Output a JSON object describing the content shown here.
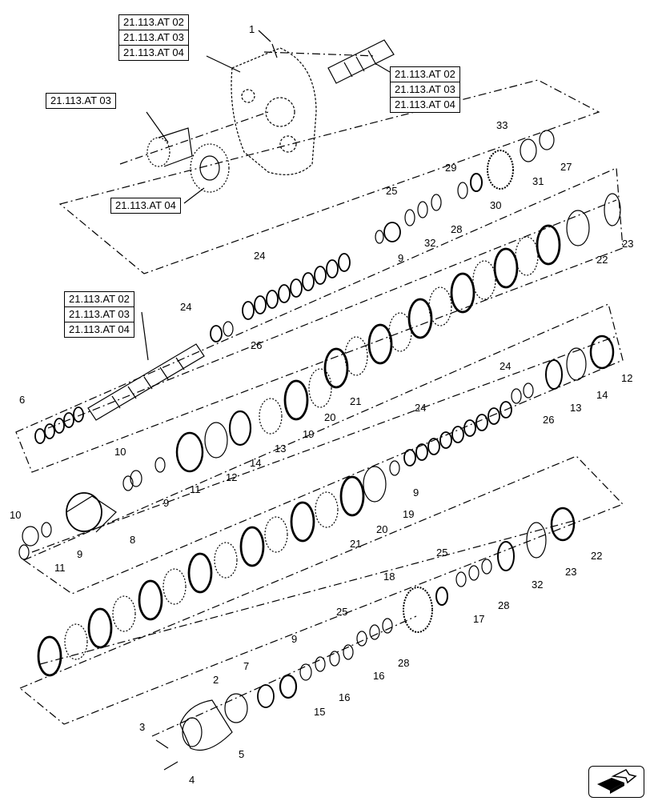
{
  "reference_boxes": {
    "box_top_center": [
      "21.113.AT 02",
      "21.113.AT 03",
      "21.113.AT 04"
    ],
    "box_top_right": [
      "21.113.AT 02",
      "21.113.AT 03",
      "21.113.AT 04"
    ],
    "box_left_single": [
      "21.113.AT 03"
    ],
    "box_gear_single": [
      "21.113.AT 04"
    ],
    "box_shaft": [
      "21.113.AT 02",
      "21.113.AT 03",
      "21.113.AT 04"
    ]
  },
  "callouts": [
    "1",
    "33",
    "27",
    "29",
    "31",
    "25",
    "30",
    "28",
    "32",
    "9",
    "24",
    "23",
    "22",
    "24",
    "26",
    "6",
    "12",
    "24",
    "14",
    "13",
    "21",
    "20",
    "19",
    "13",
    "14",
    "12",
    "10",
    "11",
    "9",
    "24",
    "26",
    "9",
    "19",
    "20",
    "21",
    "10",
    "9",
    "8",
    "11",
    "22",
    "23",
    "32",
    "25",
    "28",
    "18",
    "17",
    "25",
    "28",
    "9",
    "16",
    "16",
    "7",
    "2",
    "15",
    "3",
    "5",
    "4"
  ],
  "colors": {
    "line": "#000000",
    "background": "#ffffff"
  },
  "icons": {
    "nav": "arrow-box-icon"
  }
}
